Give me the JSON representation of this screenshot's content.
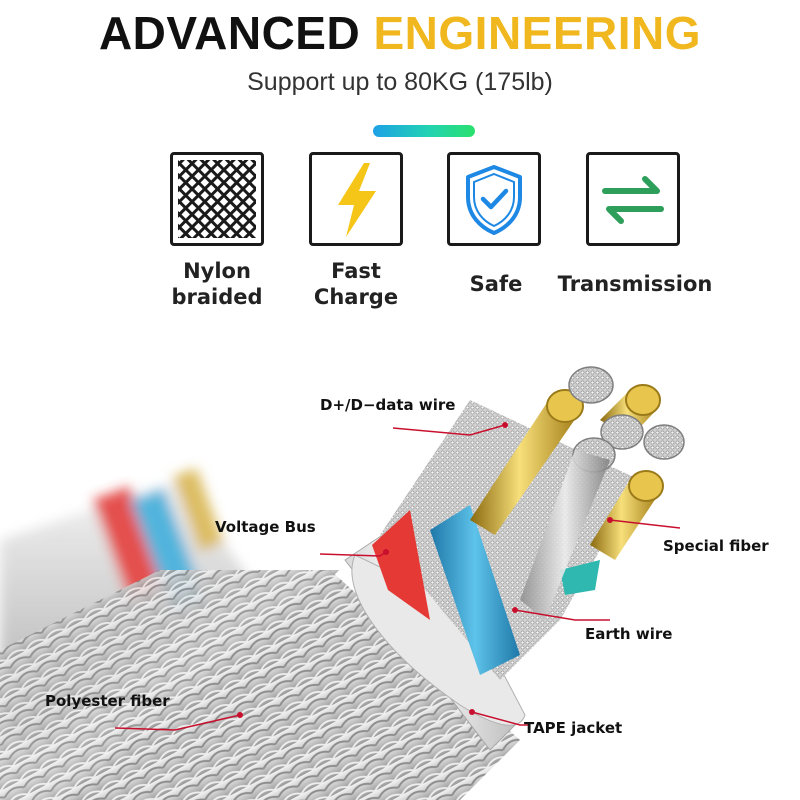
{
  "header": {
    "title_part1": "ADVANCED",
    "title_part2": "ENGINEERING",
    "subtitle": "Support up to 80KG (175lb)"
  },
  "colors": {
    "accent_gold": "#f0b81e",
    "accent_bar": [
      "#1da1e6",
      "#22d3b2",
      "#29e06d"
    ],
    "bolt": "#f5c518",
    "shield": "#1e88e5",
    "arrows": "#2e9e5b",
    "callout_line": "#c8102e"
  },
  "features": [
    {
      "icon": "nylon-braid-icon",
      "line1": "Nylon",
      "line2": "braided"
    },
    {
      "icon": "lightning-bolt-icon",
      "line1": "Fast",
      "line2": "Charge"
    },
    {
      "icon": "shield-check-icon",
      "line1": "Safe",
      "line2": ""
    },
    {
      "icon": "transfer-arrows-icon",
      "line1": "Transmission",
      "line2": ""
    }
  ],
  "callouts": {
    "data_wire": "D+/D−data wire",
    "voltage_bus": "Voltage Bus",
    "special_fiber": "Special fiber",
    "earth_wire": "Earth wire",
    "polyester_fiber": "Polyester fiber",
    "tape_jacket": "TAPE jacket"
  }
}
